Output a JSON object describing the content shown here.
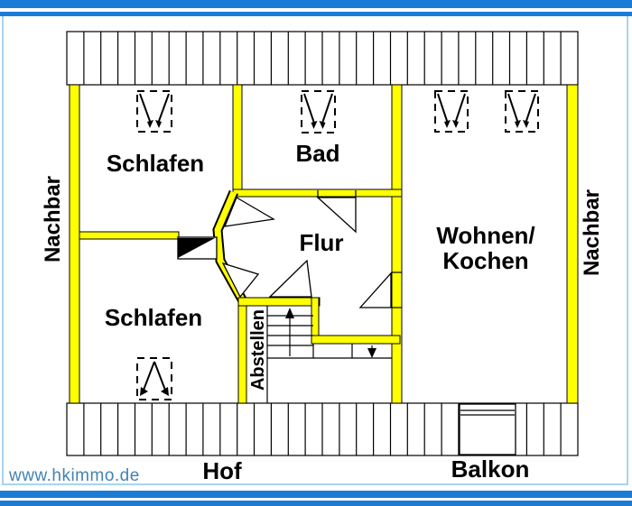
{
  "watermark": {
    "text": "www.hkimmo.de"
  },
  "rooms": {
    "schlafen_top": "Schlafen",
    "bad": "Bad",
    "flur": "Flur",
    "wohnen_kochen": {
      "line1": "Wohnen/",
      "line2": "Kochen"
    },
    "schlafen_bottom": "Schlafen",
    "abstellen": "Abstellen"
  },
  "exterior": {
    "nachbar_left": "Nachbar",
    "nachbar_right": "Nachbar",
    "hof": "Hof",
    "balkon": "Balkon"
  },
  "symbols": {
    "roof_window_icon": "dashed-roof-window-with-opening-arrows",
    "stairs_up_icon": "arrow-up",
    "stairs_down_icon": "arrow-down",
    "door_swing_icon": "triangle-door-swing",
    "entrance_door_icon": "black-wedge-door"
  },
  "colors": {
    "wall": "#FFFF00",
    "border_blue": "#1B7CD8",
    "frame": "#A8D4EE",
    "watermark_blue": "#4283B5",
    "outline": "#000000"
  }
}
